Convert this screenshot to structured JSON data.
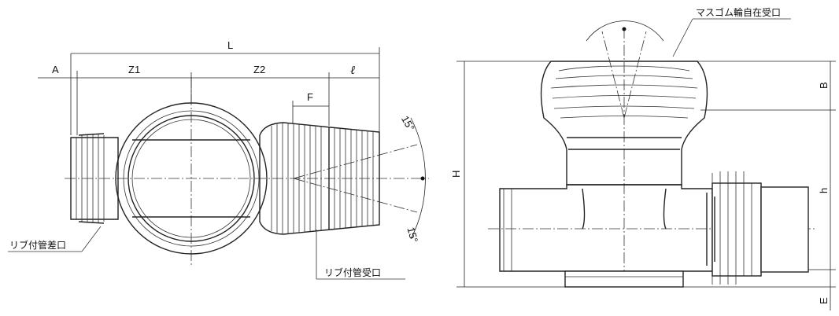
{
  "dimensions": {
    "L": "L",
    "A": "A",
    "Z1": "Z1",
    "Z2": "Z2",
    "ell": "ℓ",
    "F": "F",
    "H": "H",
    "h": "h",
    "B": "B",
    "E": "E"
  },
  "angles": {
    "upper": "15°",
    "lower": "15°"
  },
  "callouts": {
    "spigot": "リブ付管差口",
    "socket": "リブ付管受口",
    "rubber_ring": "マスゴム輪自在受口"
  }
}
